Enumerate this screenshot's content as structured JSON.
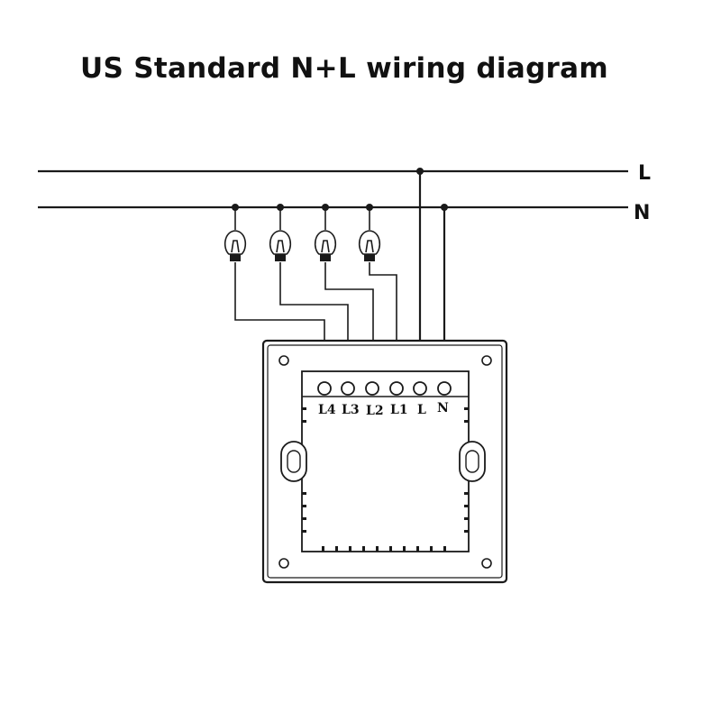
{
  "title": "US Standard N+L wiring diagram",
  "lines": {
    "live": "L",
    "neutral": "N"
  },
  "terminals": [
    "L4",
    "L3",
    "L2",
    "L1",
    "L",
    "N"
  ],
  "lamps": 4
}
